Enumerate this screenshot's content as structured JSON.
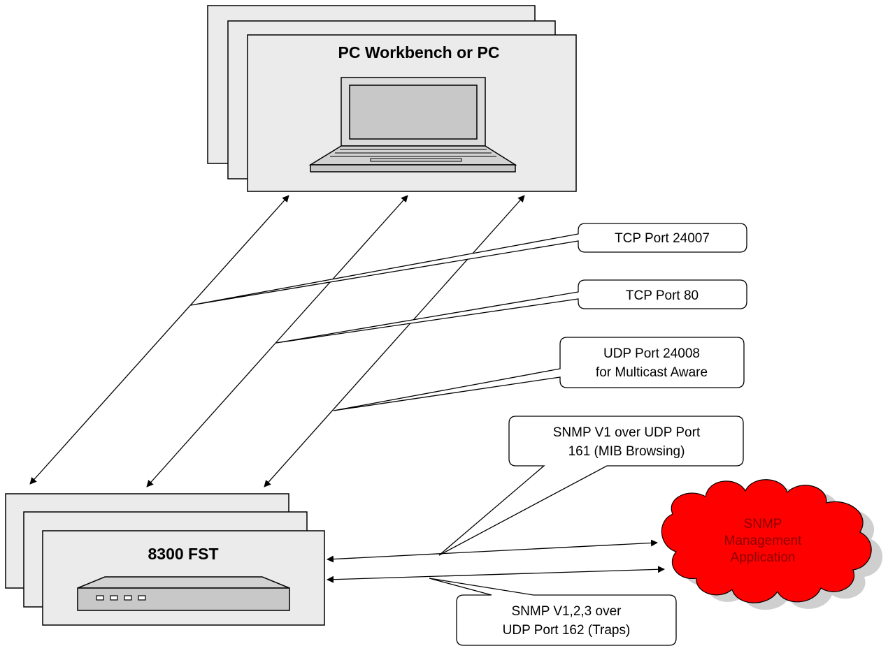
{
  "pc_group": {
    "title": "PC Workbench or PC",
    "icon": "laptop-icon"
  },
  "device_group": {
    "title": "8300 FST",
    "icon": "network-device-icon"
  },
  "cloud": {
    "line1": "SNMP",
    "line2": "Management",
    "line3": "Application",
    "color": "#ff0000"
  },
  "callouts": {
    "tcp_24007": "TCP Port 24007",
    "tcp_80": "TCP Port 80",
    "udp_24008_line1": "UDP Port 24008",
    "udp_24008_line2": "for Multicast Aware",
    "snmp_v1_line1": "SNMP V1 over UDP Port",
    "snmp_v1_line2": "161 (MIB Browsing)",
    "snmp_traps_line1": "SNMP V1,2,3 over",
    "snmp_traps_line2": "UDP Port 162 (Traps)"
  },
  "colors": {
    "box_fill": "#ebebeb",
    "stroke": "#000000",
    "cloud_fill": "#ff0000",
    "cloud_shadow": "#cfcfcf"
  }
}
